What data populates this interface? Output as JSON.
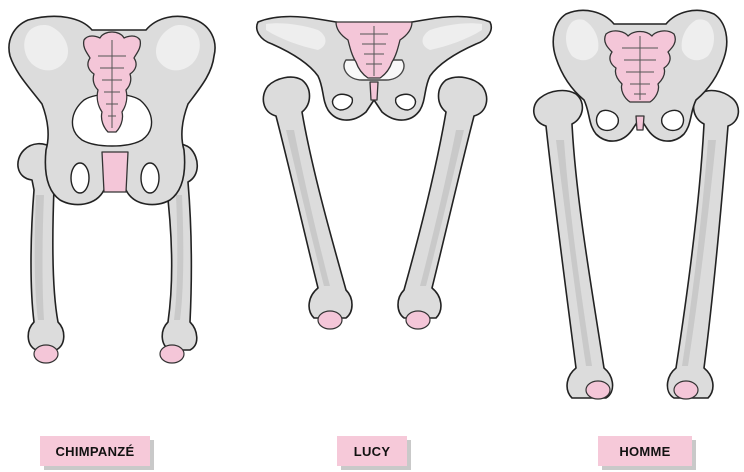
{
  "labels": {
    "chimpanze": "CHIMPANZÉ",
    "lucy": "LUCY",
    "homme": "HOMME"
  },
  "colors": {
    "bone": "#dcdcdc",
    "sacrum": "#f4c6d8",
    "label_background": "#f6c9d9",
    "label_shadow": "#c9c9c9"
  }
}
